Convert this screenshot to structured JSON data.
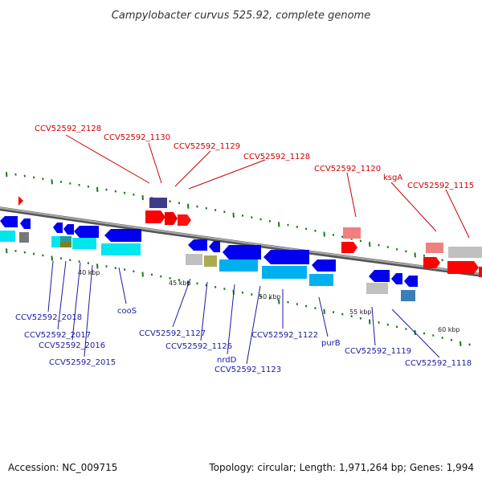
{
  "header": {
    "title": "Campylobacter curvus 525.92, complete genome"
  },
  "footer": {
    "accession": "Accession: NC_009715",
    "summary": "Topology: circular; Length: 1,971,264 bp; Genes: 1,994"
  },
  "colors": {
    "top_label": "#cc0000",
    "bottom_label": "#1a1aa0",
    "backbone": "#888888",
    "forward_gene": "#ff0000",
    "reverse_gene": "#0000ee",
    "ticks": "#1a7a1a"
  },
  "scale": {
    "labels": [
      "40 kbp",
      "45 kbp",
      "50 kbp",
      "55 kbp",
      "60 kbp"
    ]
  },
  "genes_top": {
    "labels": [
      "CCV52592_2128",
      "CCV52592_1130",
      "CCV52592_1129",
      "CCV52592_1128",
      "CCV52592_1120",
      "ksgA",
      "CCV52592_1115"
    ]
  },
  "genes_bottom": {
    "labels": [
      "CCV52592_2018",
      "CCV52592_2017",
      "CCV52592_2016",
      "CCV52592_2015",
      "cooS",
      "CCV52592_1127",
      "CCV52592_1126",
      "nrdD",
      "CCV52592_1123",
      "CCV52592_1122",
      "purB",
      "CCV52592_1119",
      "CCV52592_1118"
    ]
  }
}
